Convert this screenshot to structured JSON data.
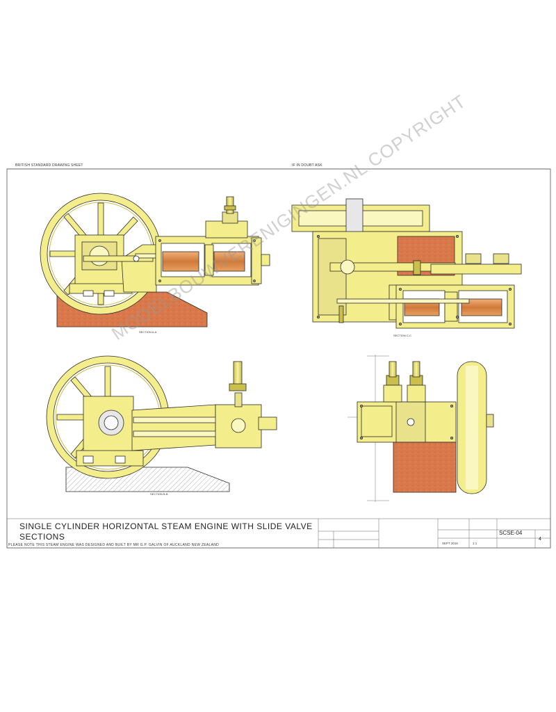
{
  "sheet": {
    "top_left_note": "BRITISH STANDARD DRAWING SHEET",
    "top_mid_note": "IF IN DOUBT ASK",
    "title_line1": "SINGLE CYLINDER HORIZONTAL STEAM ENGINE WITH SLIDE VALVE",
    "title_line2": "SECTIONS",
    "note": "PLEASE NOTE THIS STEAM ENGINE WAS DESIGNED AND BUILT BY MR G.P. GALVIN OF AUCKLAND NEW ZEALAND",
    "drawing_number": "SCSE-04",
    "sheet_number": "4",
    "date": "SEPT 2016",
    "scale": "1:1"
  },
  "views": {
    "section_aa": "SECTION A-A",
    "section_cc": "SECTION C-C",
    "section_bb": "SECTION B-B"
  },
  "watermark": "MODELBOUWVERENIGINGEN.NL COPYRIGHT",
  "colors": {
    "brass": "#f3ed8c",
    "brass_dark": "#c9bf4a",
    "copper": "#d98a4a",
    "wood": "#d9784a",
    "line": "#2a2a2a"
  }
}
